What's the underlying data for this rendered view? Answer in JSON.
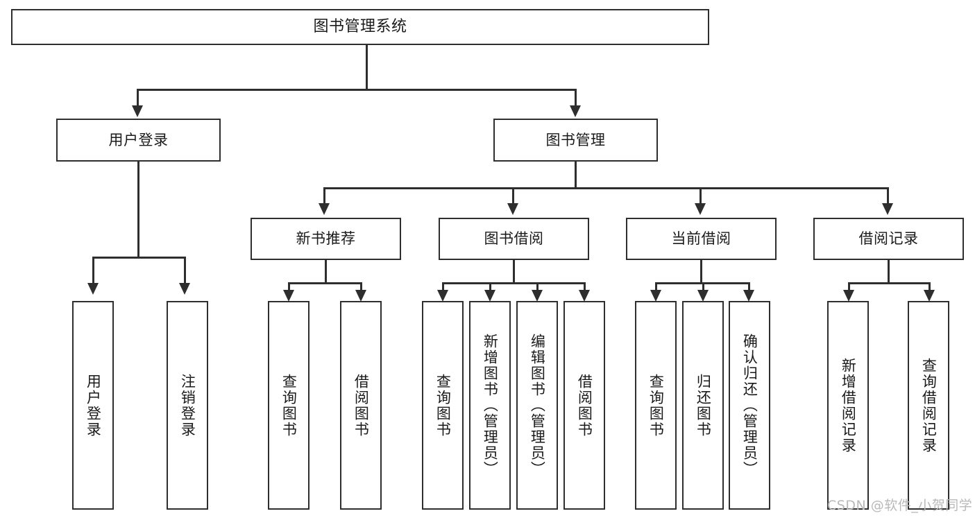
{
  "diagram": {
    "title": "图书管理系统",
    "watermark": "CSDN @软件_小贺同学",
    "colors": {
      "stroke": "#2e2e2e",
      "fill": "#ffffff",
      "text": "#1a1a1a",
      "watermark": "#b9b9b9"
    },
    "root": {
      "label": "图书管理系统"
    },
    "level1": [
      {
        "label": "用户登录"
      },
      {
        "label": "图书管理"
      }
    ],
    "level2": [
      {
        "label": "新书推荐"
      },
      {
        "label": "图书借阅"
      },
      {
        "label": "当前借阅"
      },
      {
        "label": "借阅记录"
      }
    ],
    "leaves": {
      "user_login": [
        {
          "label": "用户登录"
        },
        {
          "label": "注销登录"
        }
      ],
      "new_book_recommend": [
        {
          "label": "查询图书"
        },
        {
          "label": "借阅图书"
        }
      ],
      "book_borrow": [
        {
          "label": "查询图书"
        },
        {
          "label": "新增图书（管理员）"
        },
        {
          "label": "编辑图书（管理员）"
        },
        {
          "label": "借阅图书"
        }
      ],
      "current_borrow": [
        {
          "label": "查询图书"
        },
        {
          "label": "归还图书"
        },
        {
          "label": "确认归还（管理员）"
        }
      ],
      "borrow_record": [
        {
          "label": "新增借阅记录"
        },
        {
          "label": "查询借阅记录"
        }
      ]
    }
  }
}
